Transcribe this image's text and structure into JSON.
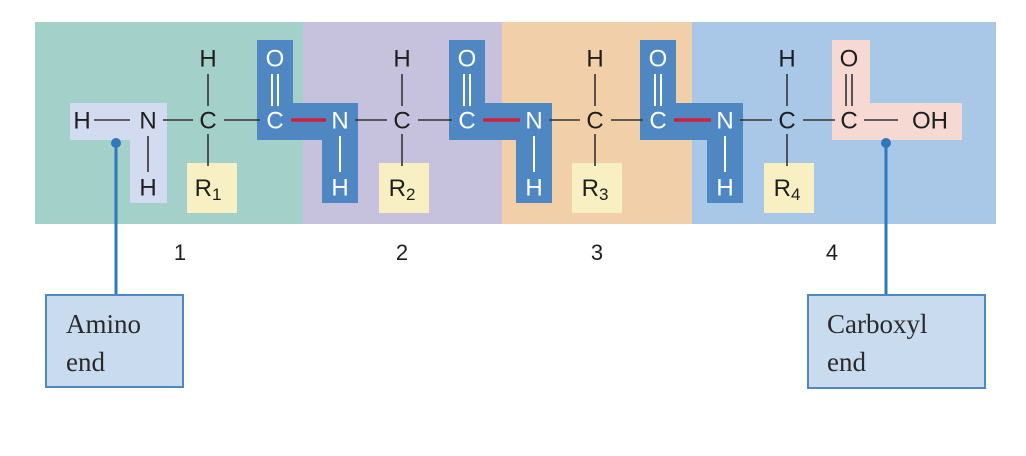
{
  "colors": {
    "residue_1": "#a4d0ca",
    "residue_2": "#c6c2dd",
    "residue_3": "#f1cfa9",
    "residue_4": "#a9c8e8",
    "peptide_group": "#4f87c2",
    "peptide_bond": "#d0213a",
    "amino_group": "#d2dbef",
    "carboxyl_group": "#f6d9d2",
    "side_chain": "#f8efc2",
    "callout": "#c9dbee"
  },
  "atoms": {
    "H": "H",
    "N": "N",
    "C": "C",
    "O": "O",
    "OH": "OH",
    "R": "R"
  },
  "side_chains": [
    "1",
    "2",
    "3",
    "4"
  ],
  "residue_numbers": [
    "1",
    "2",
    "3",
    "4"
  ],
  "callouts": {
    "amino": {
      "line1": "Amino",
      "line2": "end"
    },
    "carboxyl": {
      "line1": "Carboxyl",
      "line2": "end"
    }
  }
}
